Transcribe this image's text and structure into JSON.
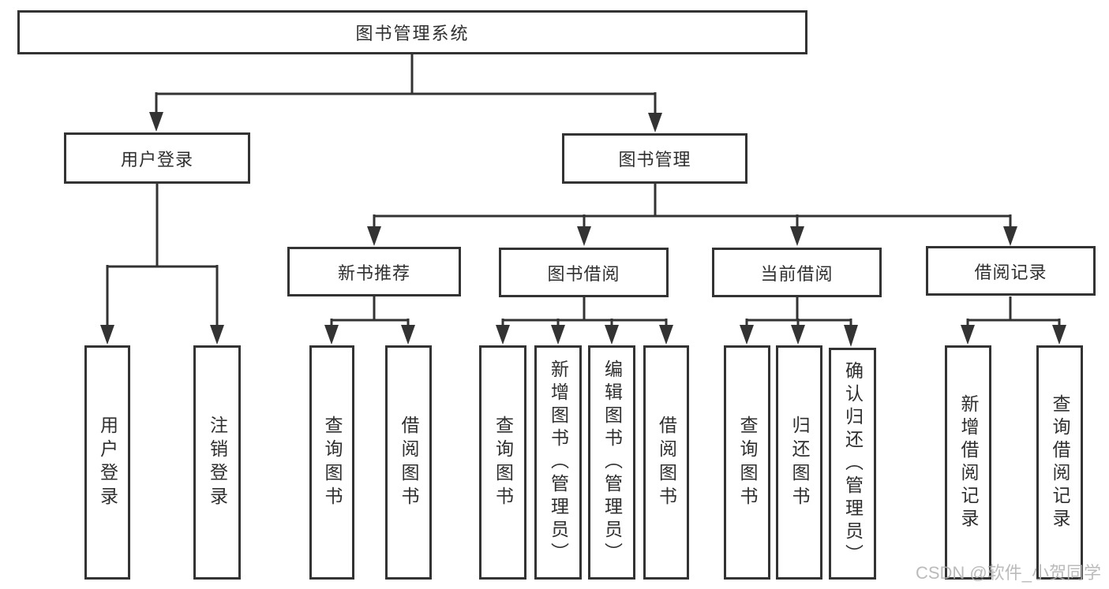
{
  "diagram": {
    "title": "图书管理系统",
    "type": "hierarchy-diagram",
    "colors": {
      "line": "#333333",
      "text": "#2f2f2f",
      "background": "#ffffff",
      "watermark": "#b2b2b2"
    }
  },
  "tree": {
    "label": "图书管理系统",
    "children": [
      {
        "label": "用户登录",
        "children": [
          {
            "label": "用户登录"
          },
          {
            "label": "注销登录"
          }
        ]
      },
      {
        "label": "图书管理",
        "children": [
          {
            "label": "新书推荐",
            "children": [
              {
                "label": "查询图书"
              },
              {
                "label": "借阅图书"
              }
            ]
          },
          {
            "label": "图书借阅",
            "children": [
              {
                "label": "查询图书"
              },
              {
                "label": "新增图书（管理员）"
              },
              {
                "label": "编辑图书（管理员）"
              },
              {
                "label": "借阅图书"
              }
            ]
          },
          {
            "label": "当前借阅",
            "children": [
              {
                "label": "查询图书"
              },
              {
                "label": "归还图书"
              },
              {
                "label": "确认归还（管理员）"
              }
            ]
          },
          {
            "label": "借阅记录",
            "children": [
              {
                "label": "新增借阅记录"
              },
              {
                "label": "查询借阅记录"
              }
            ]
          }
        ]
      }
    ]
  },
  "watermark": {
    "text": "CSDN @软件_小贺同学"
  }
}
